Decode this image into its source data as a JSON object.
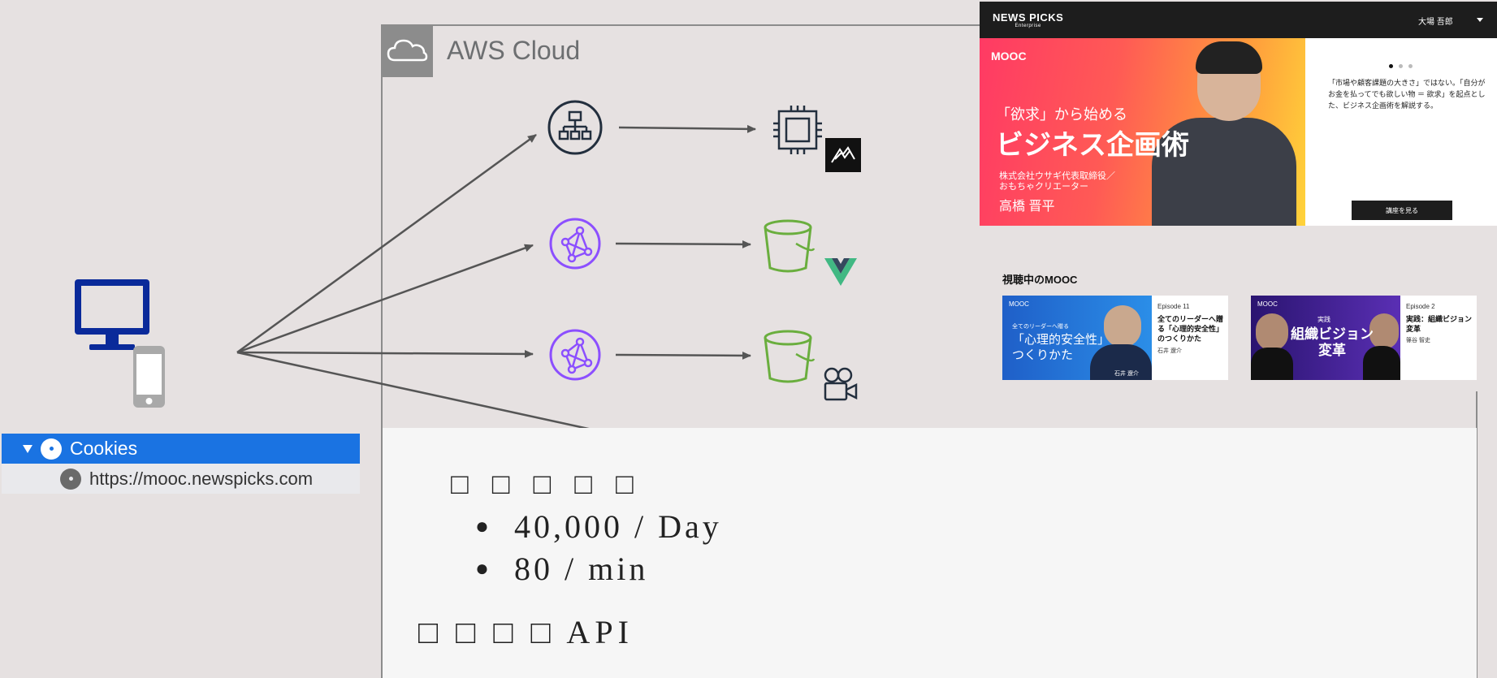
{
  "diagram": {
    "cloud_label": "AWS Cloud",
    "bottom_heading": "□ □ □ □ □",
    "bullets": [
      "40,000 / Day",
      "80 / min"
    ],
    "api_label": "□ □ □ □ API",
    "colors": {
      "network": "#232f3e",
      "cloudfront": "#8c4fff",
      "s3": "#6aae3e",
      "client": "#0a2a9a",
      "arrow": "#555555",
      "panel": "#8c8c8c"
    }
  },
  "cookies": {
    "header": "Cookies",
    "item": "https://mooc.newspicks.com"
  },
  "screenshot": {
    "brand": "NEWS PICKS",
    "brand_sub": "Enterprise",
    "user": "大場 吾郎",
    "hero": {
      "logo": "MOOC",
      "kicker": "「欲求」から始める",
      "title": "ビジネス企画術",
      "company": "株式会社ウサギ代表取締役／\nおもちゃクリエーター",
      "name": "高橋 晋平"
    },
    "description": "「市場や顧客課題の大きさ」ではない。「自分がお金を払ってでも欲しい物 ＝ 欲求」を起点とした、ビジネス企画術を解説する。",
    "button": "講座を見る",
    "section_title": "視聴中のMOOC",
    "cards": [
      {
        "thumb_logo": "MOOC",
        "thumb_small": "全てのリーダーへ贈る",
        "thumb_big": "「心理的安全性」の\nつくりかた",
        "thumb_name": "石井 遼介",
        "episode": "Episode 11",
        "title": "全てのリーダーへ贈る「心理的安全性」のつくりかた",
        "author": "石井 遼介"
      },
      {
        "thumb_logo": "MOOC",
        "thumb_small": "実践",
        "thumb_big": "組織ビジョン\n変革",
        "episode": "Episode 2",
        "title": "実践：組織ビジョン変革",
        "author": "篠谷 智史"
      }
    ]
  }
}
